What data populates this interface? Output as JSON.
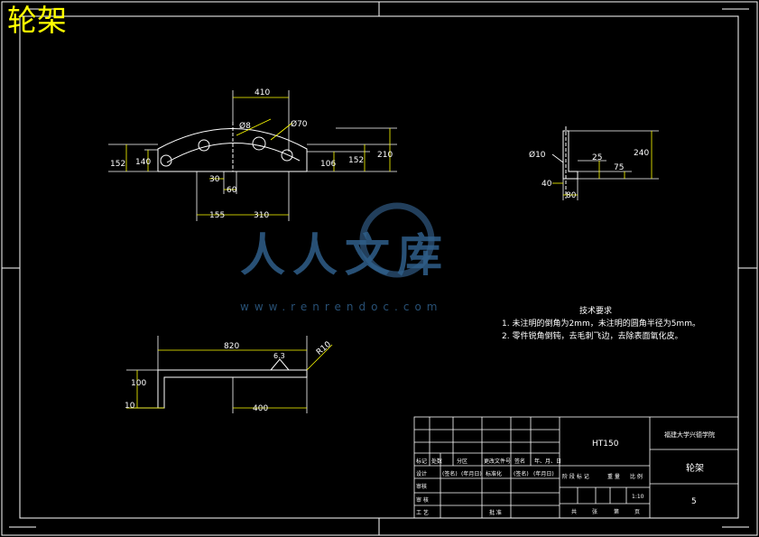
{
  "title": "轮架",
  "watermark": {
    "brand": "人人文库",
    "url": "www.renrendoc.com"
  },
  "tech": {
    "title": "技术要求",
    "line1": "1. 未注明的倒角为2mm，未注明的圆角半径为5mm。",
    "line2": "2. 零件锐角倒钝，去毛刺飞边，去除表面氧化皮。"
  },
  "front_view": {
    "d_410": "410",
    "d_8": "Ø8",
    "d_70": "Ø70",
    "d_152l": "152",
    "d_140": "140",
    "d_106": "106",
    "d_152r": "152",
    "d_210": "210",
    "d_30": "30",
    "d_60": "60",
    "d_155": "155",
    "d_310": "310"
  },
  "side_view": {
    "d_10": "Ø10",
    "d_25": "25",
    "d_75": "75",
    "d_240": "240",
    "d_40": "40",
    "d_80": "80"
  },
  "plan_view": {
    "d_820": "820",
    "d_100": "100",
    "d_10": "10",
    "d_400": "400",
    "d_63": "6.3",
    "d_r10": "R10"
  },
  "title_block": {
    "material": "HT150",
    "school": "福建大学兴德学院",
    "part_name": "轮架",
    "scale": "1:10",
    "sheet": "5",
    "r_headers": [
      "标记",
      "处数",
      "分区",
      "更改文件号",
      "签名",
      "年、月、日"
    ],
    "r_design": [
      "设计",
      "(签名)",
      "(年月日)",
      "标准化",
      "(签名)",
      "(年月日)"
    ],
    "r_check": "审核",
    "r_review": "审 核",
    "r_craft": "工 艺",
    "r_approve": "批 准",
    "stage_labels": [
      "阶 段 标 记",
      "重 量",
      "比 例"
    ],
    "sheet_labels": [
      "共",
      "张",
      "第",
      "页"
    ]
  }
}
